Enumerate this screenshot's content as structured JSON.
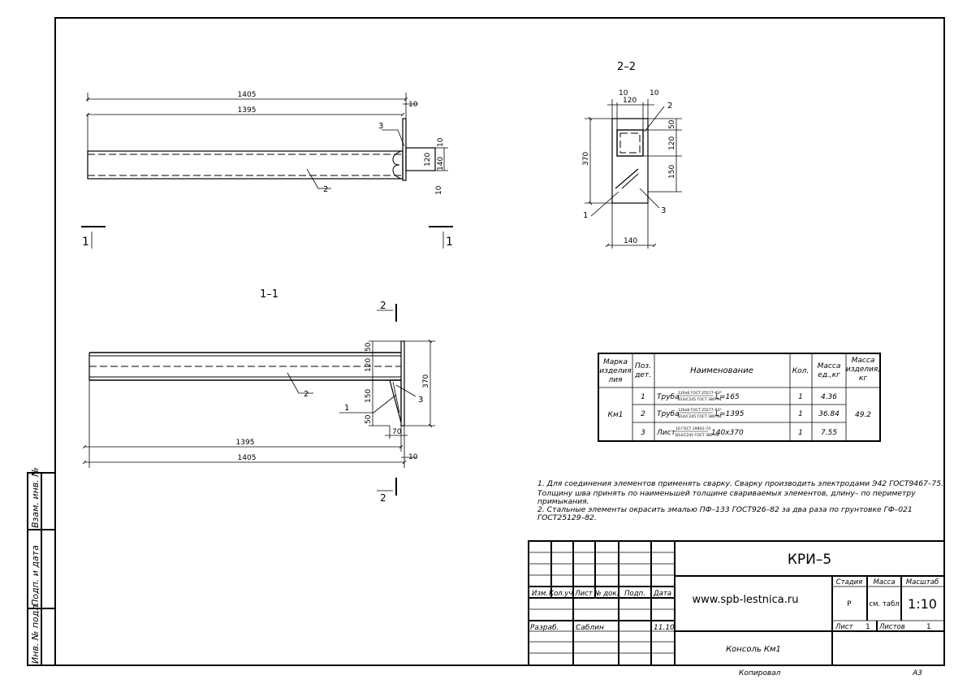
{
  "section_2_2": {
    "title": "2–2",
    "dims": {
      "d10a": "10",
      "d120": "120",
      "d10b": "10",
      "d370": "370",
      "d50": "50",
      "d120v": "120",
      "d150": "150",
      "d140": "140"
    },
    "callouts": {
      "c1": "1",
      "c2": "2",
      "c3": "3"
    }
  },
  "elevation": {
    "dims": {
      "d1405": "1405",
      "d1395": "1395",
      "d10": "10",
      "d10b": "10",
      "d140": "140",
      "d120": "120",
      "d10c": "10"
    },
    "callouts": {
      "c2": "2",
      "c3": "3"
    },
    "cut_marks": {
      "left": "1",
      "right": "1"
    }
  },
  "section_1_1": {
    "title": "1–1",
    "dims": {
      "d50a": "50",
      "d120": "120",
      "d150": "150",
      "d50b": "50",
      "d370": "370",
      "d70": "70",
      "d1395": "1395",
      "d1405": "1405",
      "d10": "10"
    },
    "callouts": {
      "c1": "1",
      "c2": "2",
      "c3": "3"
    },
    "cut_marks": {
      "top": "2",
      "bottom": "2"
    }
  },
  "spec_table": {
    "headers": {
      "mark": [
        "Марка",
        "изделия",
        "лия"
      ],
      "pos": [
        "Поз.",
        "дет."
      ],
      "name": "Наименование",
      "qty": "Кол.",
      "mass_unit": [
        "Масса",
        "ед.,кг"
      ],
      "mass_item": [
        "Масса",
        "изделия,",
        "кг"
      ]
    },
    "mark": "Км1",
    "total_mass": "49.2",
    "rows": [
      {
        "pos": "1",
        "prefix": "Труба",
        "top": "120х8 ГОСТ 25577–83*",
        "bottom": "В14/С245 ГОСТ 380–94",
        "suffix": "L=165",
        "qty": "1",
        "mass": "4.36"
      },
      {
        "pos": "2",
        "prefix": "Труба",
        "top": "120х8 ГОСТ 25577–83*",
        "bottom": "В14/С245 ГОСТ 380–94",
        "suffix": "L=1395",
        "qty": "1",
        "mass": "36.84"
      },
      {
        "pos": "3",
        "prefix": "Лист",
        "top": "10 ГОСТ 19903–74",
        "bottom": "В14/С245 ГОСТ 380–94",
        "suffix": "140х370",
        "qty": "1",
        "mass": "7.55"
      }
    ]
  },
  "notes": [
    "1. Для соединения элементов применять сварку. Сварку производить электродами Э42 ГОСТ9467–75.",
    "Толщину шва принять по наименьшей толщине свариваемых элементов, длину– по периметру",
    "примыкания.",
    "2. Стальные элементы окрасить эмалью ПФ–133 ГОСТ926–82 за два раза по грунтовке ГФ–021",
    "ГОСТ25129–82."
  ],
  "title_block": {
    "code": "КРИ–5",
    "website": "www.spb-lestnica.ru",
    "col_headers": [
      "Изм.",
      "Кол.уч.",
      "Лист",
      "№ док.",
      "Подп.",
      "Дата"
    ],
    "developer_role": "Разраб.",
    "developer_name": "Саблин",
    "developer_date": "11.10",
    "stage_label": "Стадия",
    "mass_label": "Масса",
    "scale_label": "Масштаб",
    "stage": "Р",
    "mass": "см. табл",
    "scale": "1:10",
    "sheet_label": "Лист",
    "sheet": "1",
    "sheets_label": "Листов",
    "sheets": "1",
    "drawing_name": "Консоль Км1",
    "copied": "Копировал",
    "format": "А3"
  },
  "side_stamp": [
    "Взам. инв. №",
    "Подп. и дата",
    "Инв. № подл."
  ]
}
